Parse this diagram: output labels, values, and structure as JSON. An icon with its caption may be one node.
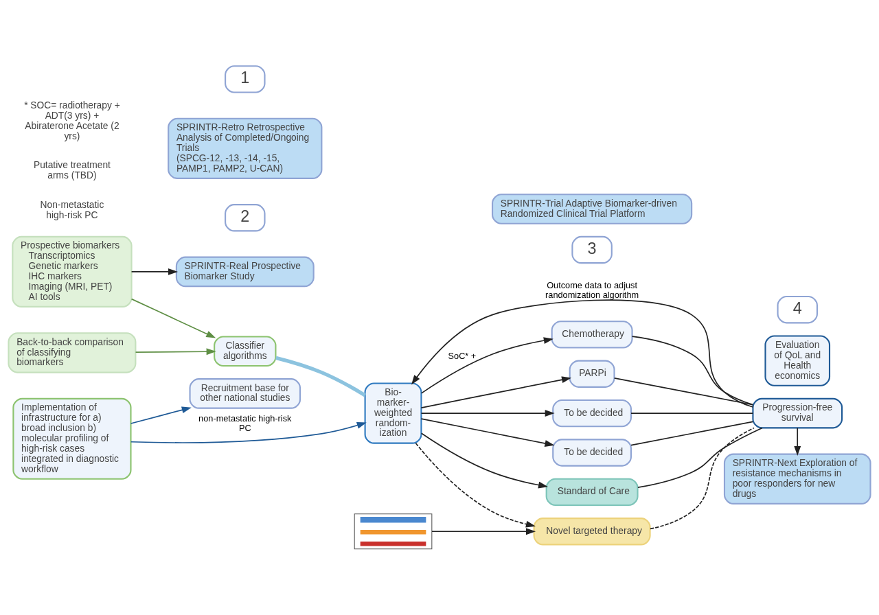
{
  "diagram": {
    "nodes": [
      {
        "text": [
          "1"
        ]
      },
      {
        "text": [
          "SPRINTR-Retro Retrospective Analysis of Completed/Ongoing Trials",
          "(SPCG-12, -13, -14, -15, PAMP1, PAMP2, U-CAN)"
        ]
      },
      {
        "text": [
          "Prospective biomarkers",
          "Transcriptomics",
          "Genetic markers",
          "IHC markers",
          "Imaging (MRI, PET)",
          "AI tools"
        ]
      },
      {
        "text": [
          "2"
        ]
      },
      {
        "text": [
          "SPRINTR-Real Prospective Biomarker Study"
        ]
      },
      {
        "text": [
          "Back-to-back comparison of classifying biomarkers"
        ]
      },
      {
        "text": [
          "Implementation of infrastructure for a) broad inclusion b) molecular profiling of high-risk cases integrated in diagnostic workflow"
        ]
      },
      {
        "text": [
          "Classifier algorithms"
        ]
      },
      {
        "text": [
          "3"
        ]
      },
      {
        "text": [
          "SPRINTR-Trial Adaptive Biomarker-driven Randomized Clinical Trial Platform"
        ]
      },
      {
        "text": [
          "Bio- marker- weighted random- ization"
        ]
      },
      {
        "text": [
          "Chemotherapy"
        ]
      },
      {
        "text": [
          "PARPi"
        ]
      },
      {
        "text": [
          "To be decided"
        ]
      },
      {
        "text": [
          "To be decided"
        ]
      },
      {
        "text": [
          "Standard of Care"
        ]
      },
      {
        "text": [
          "Novel targeted therapy"
        ]
      },
      {
        "text": [
          "Evaluation of QoL and Health economics"
        ]
      },
      {
        "text": [
          "Progression-free survival"
        ]
      },
      {
        "text": [
          "4"
        ]
      },
      {
        "text": [
          "SPRINTR-Next Exploration of resistance mechanisms in poor responders for new drugs"
        ]
      },
      {
        "text": [],
        "shape": "picture"
      },
      {
        "text": [
          "Recruitment base for other national studies"
        ]
      }
    ],
    "edges": [
      {
        "from": 2,
        "to": 7,
        "arrow": "to",
        "color": "#5f8f45"
      },
      {
        "from": 2,
        "to": 4,
        "arrow": "to"
      },
      {
        "from": 5,
        "to": 7,
        "arrow": "to",
        "color": "#5f8f45"
      },
      {
        "from": 7,
        "to": 10,
        "arrow": "none",
        "style": "thick",
        "color": "#8cc3df"
      },
      {
        "from": 10,
        "to": 11,
        "arrow": "to",
        "label": "SoC* +"
      },
      {
        "from": 10,
        "to": 12,
        "arrow": "to"
      },
      {
        "from": 10,
        "to": 13,
        "arrow": "to"
      },
      {
        "from": 10,
        "to": 14,
        "arrow": "to"
      },
      {
        "from": 10,
        "to": 15,
        "arrow": "to"
      },
      {
        "from": 10,
        "to": 16,
        "arrow": "to",
        "style": "dashed"
      },
      {
        "from": 11,
        "to": 18,
        "arrow": "none"
      },
      {
        "from": 12,
        "to": 18,
        "arrow": "none"
      },
      {
        "from": 13,
        "to": 18,
        "arrow": "none"
      },
      {
        "from": 14,
        "to": 18,
        "arrow": "none"
      },
      {
        "from": 15,
        "to": 18,
        "arrow": "none"
      },
      {
        "from": 16,
        "to": 18,
        "arrow": "none",
        "style": "dashed"
      },
      {
        "from": 18,
        "to": 10,
        "arrow": "to",
        "label": "Outcome data to adjust randomization algorithm"
      },
      {
        "from": 18,
        "to": 20,
        "arrow": "to"
      },
      {
        "from": 21,
        "to": 16,
        "arrow": "to"
      },
      {
        "from": 6,
        "to": 10,
        "arrow": "to",
        "label": "non-metastatic high-risk PC",
        "color": "#1f5a96"
      },
      {
        "from": 6,
        "to": 22,
        "arrow": "to",
        "color": "#1f5a96"
      }
    ],
    "labels": [
      "Non-metastatic high-risk PC",
      "Putative treatment arms (TBD)",
      "* SOC= radiotherapy + ADT(3 yrs) + Abiraterone Acetate (2 yrs)"
    ]
  }
}
